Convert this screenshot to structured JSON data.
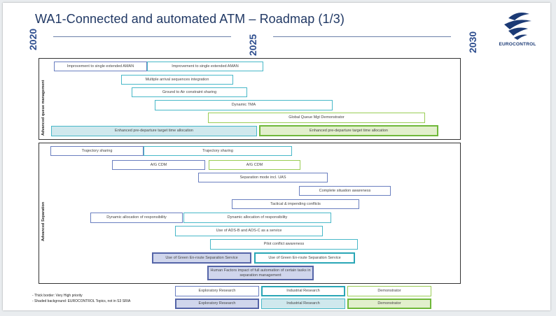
{
  "title": "WA1-Connected and automated ATM – Roadmap (1/3)",
  "years": [
    "2020",
    "2025",
    "2030"
  ],
  "logo": {
    "text": "EUROCONTROL",
    "icon": "eurocontrol-logo-icon",
    "color": "#1b3a75"
  },
  "colors": {
    "exploratory": "#6a7fc0",
    "industrial": "#48b8c8",
    "demonstrator": "#9acd55",
    "frame": "#333333"
  },
  "sections": [
    {
      "label": "Advanced queue management",
      "boxes": [
        {
          "text": "Improvement to single extended AMAN",
          "type": "exploratory",
          "thick": false,
          "shaded": false
        },
        {
          "text": "Improvement to single extended AMAN",
          "type": "industrial",
          "thick": false,
          "shaded": false
        },
        {
          "text": "Multiple arrival sequences integration",
          "type": "industrial",
          "thick": false,
          "shaded": false
        },
        {
          "text": "Ground to Air constraint sharing",
          "type": "industrial",
          "thick": false,
          "shaded": false
        },
        {
          "text": "Dynamic TMA",
          "type": "industrial",
          "thick": false,
          "shaded": false
        },
        {
          "text": "Global Queue Mgt Demonstrator",
          "type": "demonstrator",
          "thick": false,
          "shaded": false
        },
        {
          "text": "Enhanced pre-departure target time allocation",
          "type": "industrial",
          "thick": false,
          "shaded": true
        },
        {
          "text": "Enhanced pre-departure target time allocation",
          "type": "demonstrator",
          "thick": true,
          "shaded": true
        }
      ]
    },
    {
      "label": "Advanced Separation",
      "boxes": [
        {
          "text": "Trajectory sharing",
          "type": "exploratory",
          "thick": false,
          "shaded": false
        },
        {
          "text": "Trajectory sharing",
          "type": "industrial",
          "thick": false,
          "shaded": false
        },
        {
          "text": "A/G CDM",
          "type": "exploratory",
          "thick": false,
          "shaded": false
        },
        {
          "text": "A/G CDM",
          "type": "demonstrator",
          "thick": false,
          "shaded": false
        },
        {
          "text": "Separation mode incl. UAS",
          "type": "exploratory",
          "thick": false,
          "shaded": false
        },
        {
          "text": "Complete situation awareness",
          "type": "exploratory",
          "thick": false,
          "shaded": false
        },
        {
          "text": "Tactical & impending conflicts",
          "type": "exploratory",
          "thick": false,
          "shaded": false
        },
        {
          "text": "Dynamic allocation of responsibility",
          "type": "exploratory",
          "thick": false,
          "shaded": false
        },
        {
          "text": "Dynamic allocation of responsibility",
          "type": "industrial",
          "thick": false,
          "shaded": false
        },
        {
          "text": "Use of ADS-B and ADS-C as a service",
          "type": "industrial",
          "thick": false,
          "shaded": false
        },
        {
          "text": "Pilot conflict awareness",
          "type": "industrial",
          "thick": false,
          "shaded": false
        },
        {
          "text": "Use of Green En-route Separation Service",
          "type": "exploratory",
          "thick": true,
          "shaded": true
        },
        {
          "text": "Use of Green En-route Separation Service",
          "type": "industrial",
          "thick": true,
          "shaded": false
        },
        {
          "text": "Human Factors impact of full automation of certain tasks in separation management",
          "type": "exploratory",
          "thick": true,
          "shaded": true
        }
      ]
    }
  ],
  "legend": [
    {
      "text": "Exploratory Research",
      "type": "exploratory",
      "thick": false,
      "shaded": false
    },
    {
      "text": "Industrial Research",
      "type": "industrial",
      "thick": true,
      "shaded": false
    },
    {
      "text": "Demonstrator",
      "type": "demonstrator",
      "thick": false,
      "shaded": false
    },
    {
      "text": "Exploratory Research",
      "type": "exploratory",
      "thick": true,
      "shaded": true
    },
    {
      "text": "Industrial Research",
      "type": "industrial",
      "thick": false,
      "shaded": true
    },
    {
      "text": "Demonstrator",
      "type": "demonstrator",
      "thick": true,
      "shaded": true
    }
  ],
  "notes": [
    "- Thick border: Very High priority",
    "- Shaded background: EUROCONTROL Topics, not in S3 SRIA"
  ]
}
